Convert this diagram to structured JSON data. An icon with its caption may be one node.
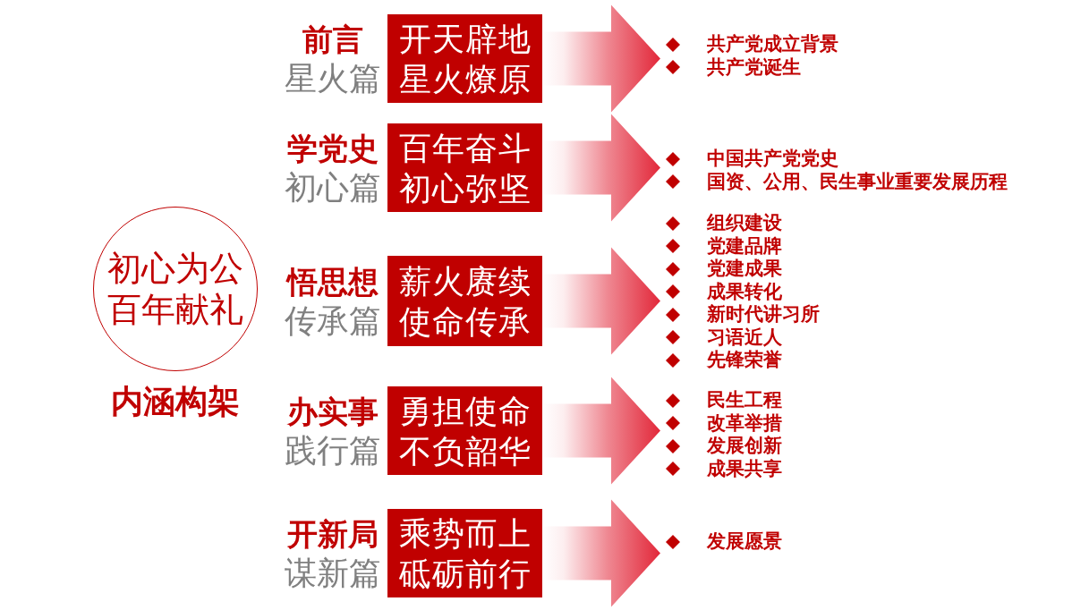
{
  "diagram": {
    "nodes": [
      {
        "text": [
          "初心为公百年献礼"
        ],
        "beside": [
          "内涵构架"
        ]
      },
      {
        "text": [
          "前言",
          "星火篇",
          "开天辟地星火燎原"
        ]
      },
      {
        "text": [
          "共产党成立背景",
          "共产党诞生"
        ]
      },
      {
        "text": [
          "学党史",
          "初心篇",
          "百年奋斗初心弥坚"
        ]
      },
      {
        "text": [
          "中国共产党党史",
          "国资、公用、民生事业重要发展历程"
        ]
      },
      {
        "text": [
          "悟思想",
          "传承篇",
          "薪火赓续使命传承"
        ]
      },
      {
        "text": [
          "组织建设",
          "党建品牌",
          "党建成果",
          "成果转化",
          "新时代讲习所",
          "习语近人",
          "先锋荣誉"
        ]
      },
      {
        "text": [
          "办实事",
          "践行篇",
          "勇担使命不负韶华"
        ]
      },
      {
        "text": [
          "民生工程",
          "改革举措",
          "发展创新",
          "成果共享"
        ]
      },
      {
        "text": [
          "开新局",
          "谋新篇",
          "乘势而上砥砺前行"
        ]
      },
      {
        "text": [
          "发展愿景"
        ]
      }
    ],
    "edges": [
      {
        "from": 1,
        "to": 2,
        "arrow": "to"
      },
      {
        "from": 3,
        "to": 4,
        "arrow": "to"
      },
      {
        "from": 5,
        "to": 6,
        "arrow": "to"
      },
      {
        "from": 7,
        "to": 8,
        "arrow": "to"
      },
      {
        "from": 9,
        "to": 10,
        "arrow": "to"
      }
    ]
  }
}
